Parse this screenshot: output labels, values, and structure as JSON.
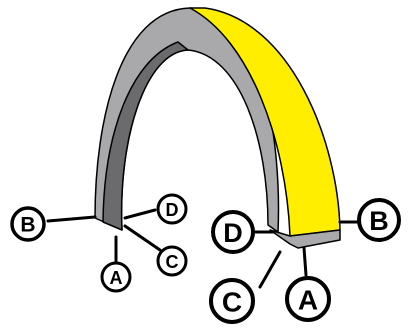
{
  "labels": {
    "left": {
      "side": "B",
      "top": "D",
      "inner": "C",
      "bottom": "A"
    },
    "right": {
      "top": "D",
      "side": "B",
      "inner": "C",
      "bottom": "A"
    }
  },
  "colors": {
    "inner_face": "#6b6b6d",
    "outer_face": "#ffee00",
    "edge_face": "#a9a9ab",
    "outline": "#000000",
    "label_fill": "#ffffff"
  }
}
